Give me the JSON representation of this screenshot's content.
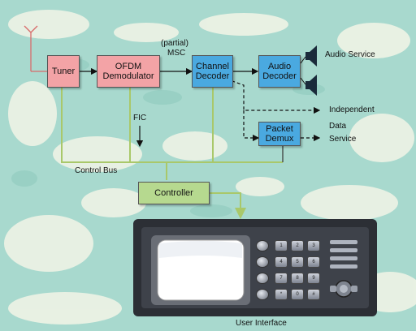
{
  "blocks": {
    "tuner": "Tuner",
    "ofdm_demodulator": "OFDM Demodulator",
    "channel_decoder": "Channel Decoder",
    "audio_decoder": "Audio Decoder",
    "packet_demux": "Packet Demux",
    "controller": "Controller"
  },
  "labels": {
    "partial_msc_1": "(partial)",
    "partial_msc_2": "MSC",
    "fic": "FIC",
    "audio_service": "Audio Service",
    "independent": "Independent",
    "data": "Data",
    "service": "Service",
    "control_bus": "Control Bus",
    "user_interface": "User Interface"
  },
  "keypad": [
    "1",
    "2",
    "3",
    "4",
    "5",
    "6",
    "7",
    "8",
    "9",
    "*",
    "0",
    "#"
  ],
  "colors": {
    "tuner_fill": "#f3a3a6",
    "demod_fill": "#f3a3a6",
    "decoder_fill": "#4aa9e0",
    "controller_fill": "#b6d98f",
    "control_bus": "#a9c86a",
    "map_water": "#9fd5c9",
    "map_land": "#eef3e6"
  }
}
